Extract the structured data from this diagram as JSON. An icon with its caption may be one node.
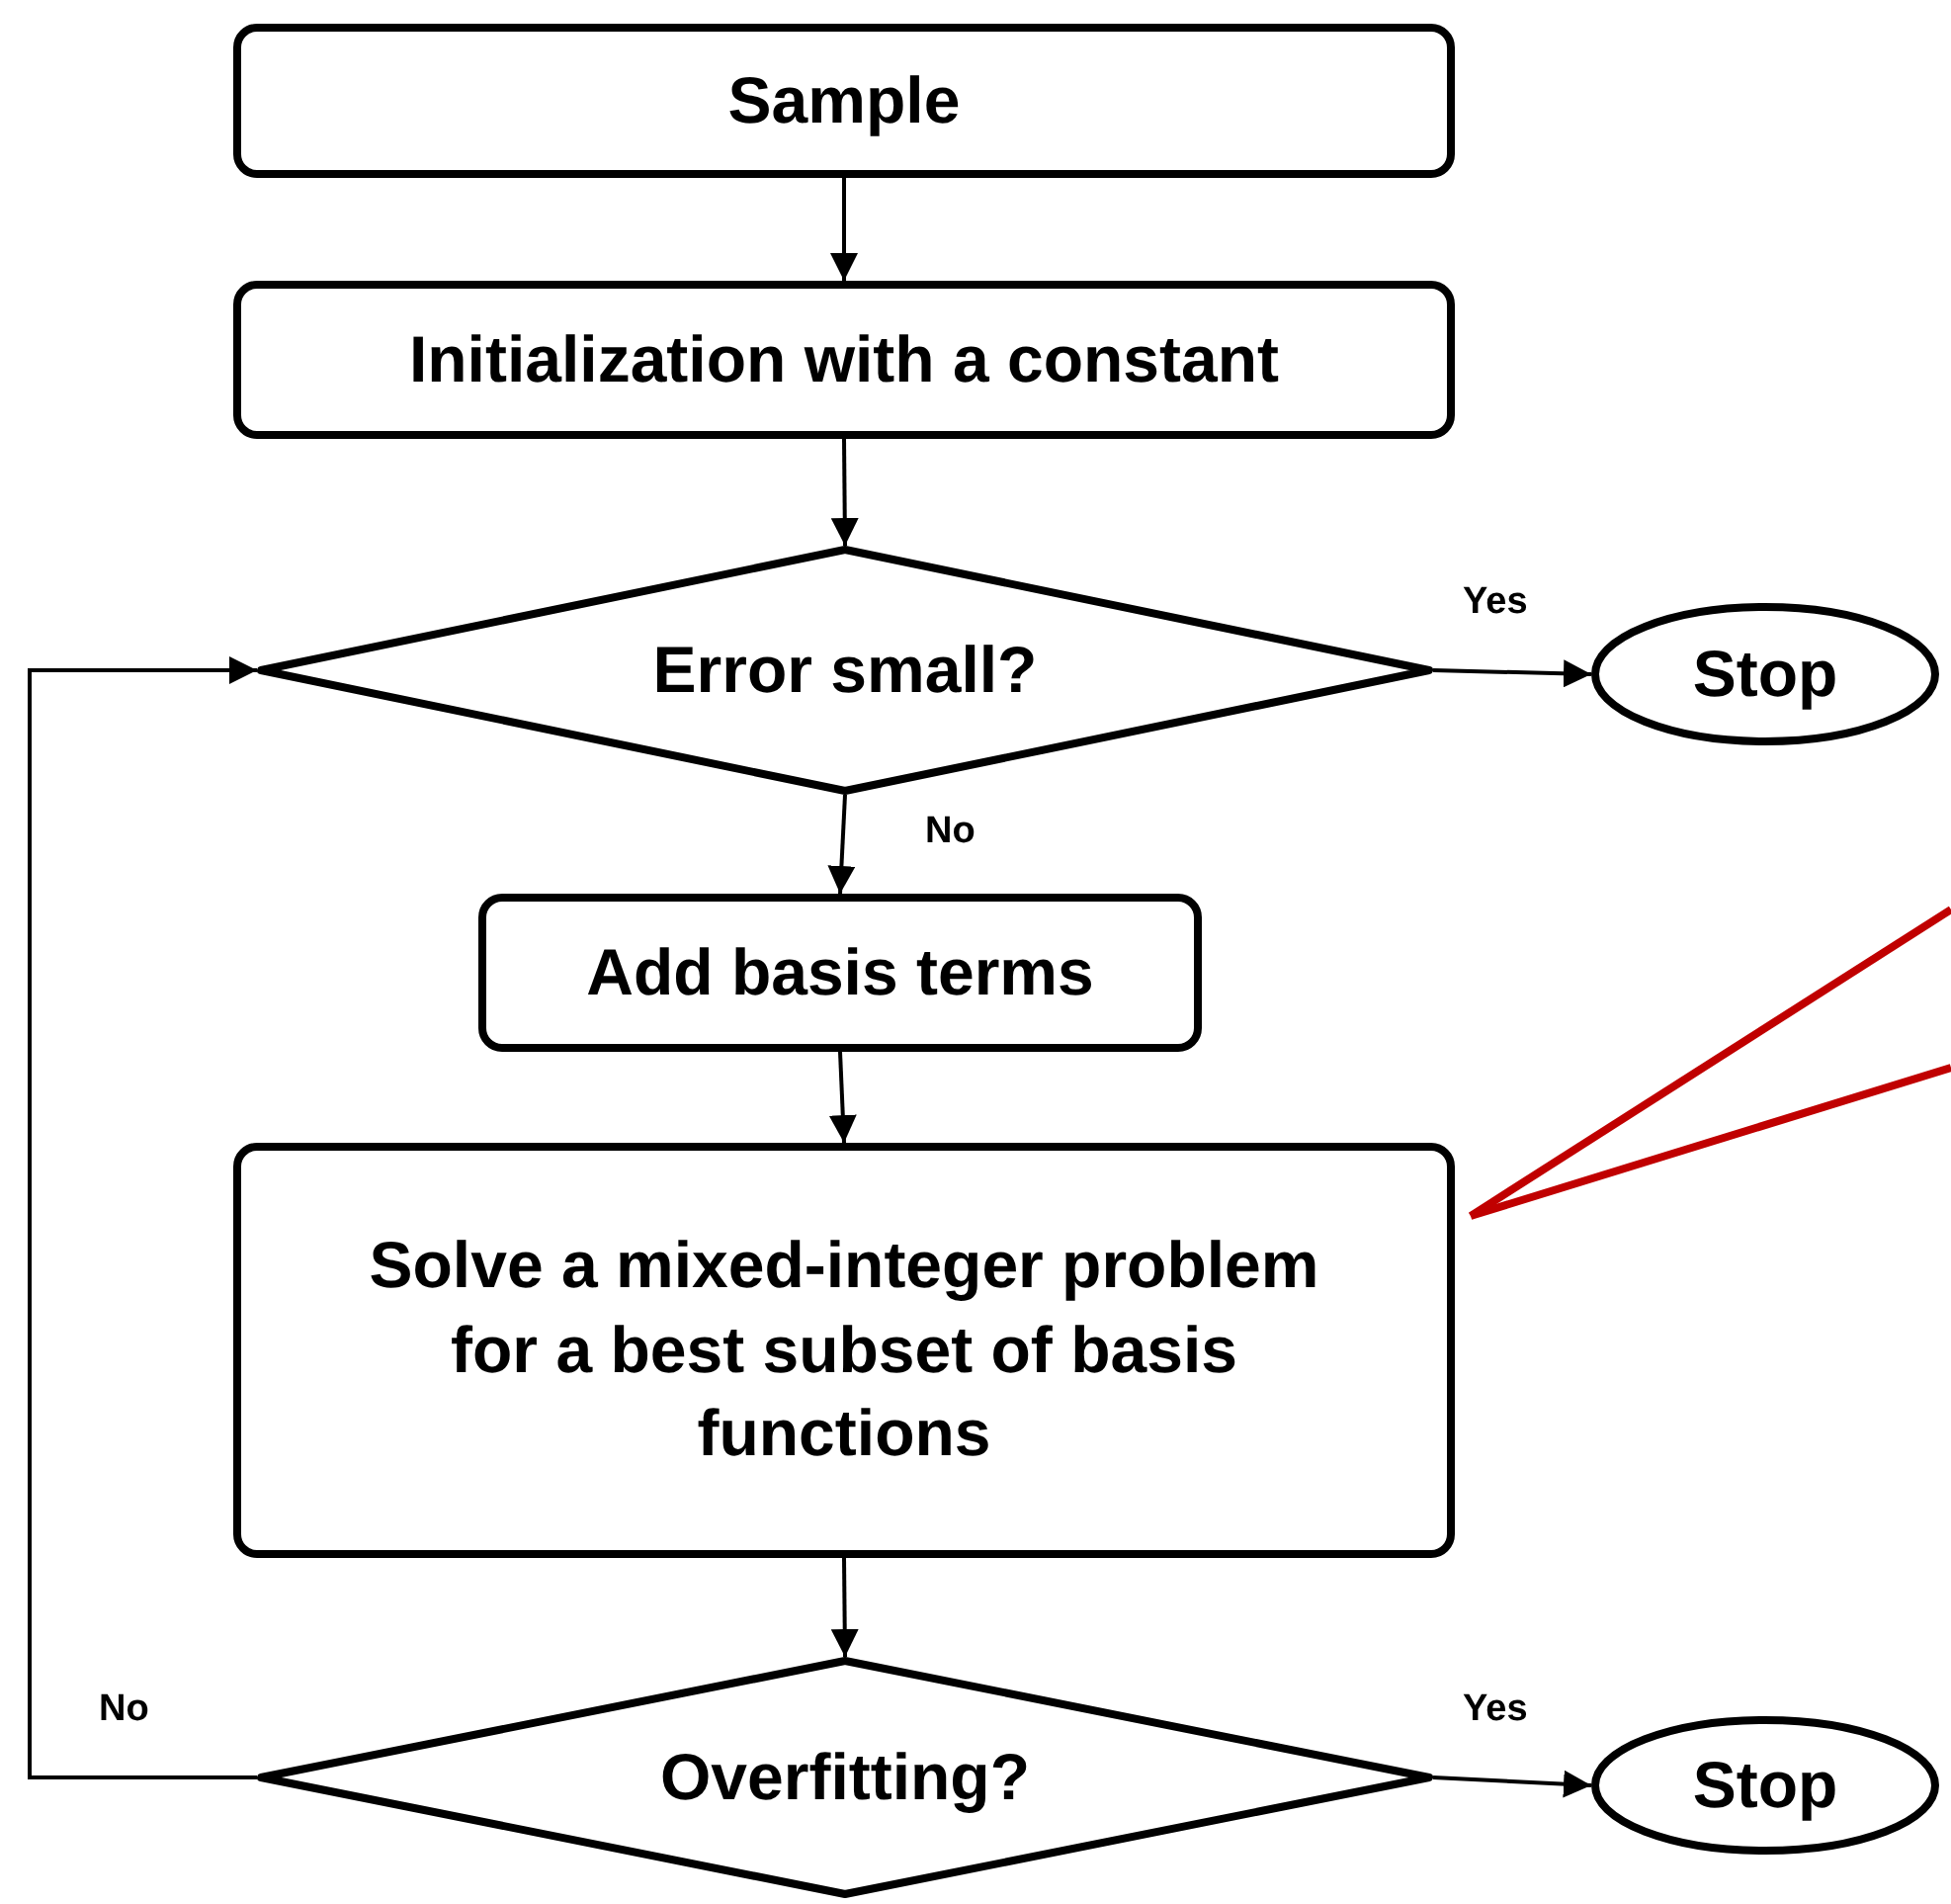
{
  "diagram": {
    "nodes": [
      {
        "text": [
          "Sample"
        ]
      },
      {
        "text": [
          "Initialization with a constant"
        ]
      },
      {
        "text": [
          "Error small?"
        ]
      },
      {
        "text": [
          "Stop"
        ]
      },
      {
        "text": [
          "Add basis terms"
        ]
      },
      {
        "text": [
          "Solve a mixed-integer problem for a best subset of basis functions"
        ]
      },
      {
        "text": [
          "Overfitting?"
        ]
      },
      {
        "text": [
          "Stop"
        ]
      }
    ],
    "edges": [
      {
        "from": 0,
        "to": 1,
        "arrow": "to"
      },
      {
        "from": 1,
        "to": 2,
        "arrow": "to"
      },
      {
        "from": 2,
        "to": 3,
        "arrow": "to",
        "label": "Yes"
      },
      {
        "from": 2,
        "to": 4,
        "arrow": "to",
        "label": "No"
      },
      {
        "from": 4,
        "to": 5,
        "arrow": "to"
      },
      {
        "from": 5,
        "to": 6,
        "arrow": "to"
      },
      {
        "from": 6,
        "to": 7,
        "arrow": "to",
        "label": "Yes"
      },
      {
        "from": 6,
        "to": 2,
        "arrow": "to",
        "label": "No"
      },
      {
        "from": 5,
        "to": null,
        "arrow": "none",
        "color": "#c00000",
        "style": "thick"
      },
      {
        "from": 5,
        "to": null,
        "arrow": "none",
        "color": "#c00000",
        "style": "thick"
      }
    ]
  }
}
